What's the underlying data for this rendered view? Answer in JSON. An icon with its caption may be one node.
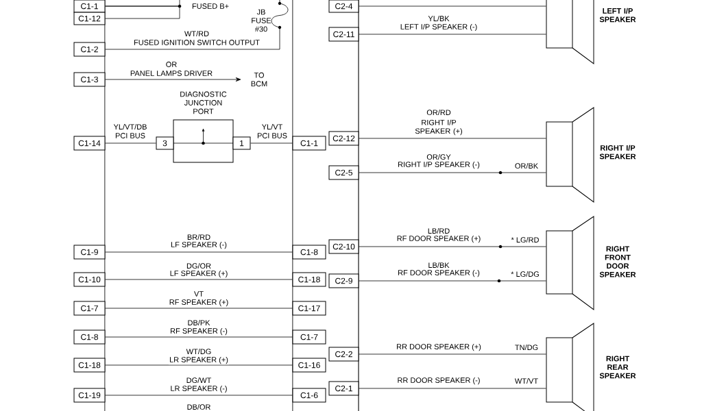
{
  "diagram": {
    "nodes": [
      {
        "text": [
          "C1-1"
        ]
      },
      {
        "text": [
          "C1-12"
        ]
      },
      {
        "text": [
          "C1-2"
        ]
      },
      {
        "text": [
          "C1-3"
        ]
      },
      {
        "text": [
          "C1-14"
        ]
      },
      {
        "text": [],
        "shape": "picture",
        "beside": [
          "JB FUSE #30"
        ]
      },
      {
        "text": [
          "DIAGNOSTIC JUNCTION PORT"
        ]
      },
      {
        "text": [
          "3"
        ]
      },
      {
        "text": [
          "1"
        ]
      },
      {
        "text": [
          "C1-1"
        ]
      },
      {
        "text": [
          "C1-9"
        ]
      },
      {
        "text": [
          "C1-8"
        ]
      },
      {
        "text": [
          "C1-10"
        ]
      },
      {
        "text": [
          "C1-18"
        ]
      },
      {
        "text": [
          "C1-7"
        ]
      },
      {
        "text": [
          "C1-17"
        ]
      },
      {
        "text": [
          "C1-8"
        ]
      },
      {
        "text": [
          "C1-7"
        ]
      },
      {
        "text": [
          "C1-18"
        ]
      },
      {
        "text": [
          "C1-16"
        ]
      },
      {
        "text": [
          "C1-19"
        ]
      },
      {
        "text": [
          "C1-6"
        ]
      },
      {
        "text": [
          "C2-4"
        ]
      },
      {
        "text": [
          "C2-11"
        ]
      },
      {
        "text": [
          "LEFT I/P SPEAKER"
        ]
      },
      {
        "text": [
          "C2-12"
        ]
      },
      {
        "text": [
          "C2-5"
        ]
      },
      {
        "text": [
          "RIGHT I/P SPEAKER"
        ]
      },
      {
        "text": [
          "C2-10"
        ]
      },
      {
        "text": [
          "C2-9"
        ]
      },
      {
        "text": [
          "RIGHT FRONT DOOR SPEAKER"
        ]
      },
      {
        "text": [
          "C2-2"
        ]
      },
      {
        "text": [
          "C2-1"
        ]
      },
      {
        "text": [
          "RIGHT REAR SPEAKER"
        ]
      }
    ],
    "edges": [
      {
        "from": 0,
        "to": null,
        "arrow": "none",
        "label": "FUSED B+"
      },
      {
        "from": 1,
        "to": 0,
        "arrow": "none"
      },
      {
        "from": null,
        "to": 5,
        "arrow": "none"
      },
      {
        "from": 5,
        "to": 2,
        "arrow": "none",
        "label": "FUSED IGNITION SWITCH OUTPUT"
      },
      {
        "from": 3,
        "to": null,
        "arrow": "to",
        "label": "PANEL LAMPS DRIVER"
      },
      {
        "from": 4,
        "to": 7,
        "arrow": "none",
        "label": "PCI BUS"
      },
      {
        "from": 8,
        "to": 9,
        "arrow": "none",
        "label": "PCI BUS"
      },
      {
        "from": 10,
        "to": 11,
        "arrow": "none",
        "label": "LF SPEAKER (-)"
      },
      {
        "from": 12,
        "to": 13,
        "arrow": "none",
        "label": "LF SPEAKER (+)"
      },
      {
        "from": 14,
        "to": 15,
        "arrow": "none",
        "label": "RF SPEAKER (+)"
      },
      {
        "from": 16,
        "to": 17,
        "arrow": "none",
        "label": "RF SPEAKER (-)"
      },
      {
        "from": 18,
        "to": 19,
        "arrow": "none",
        "label": "LR SPEAKER (+)"
      },
      {
        "from": 20,
        "to": 21,
        "arrow": "none",
        "label": "LR SPEAKER (-)"
      },
      {
        "from": 22,
        "to": 24,
        "arrow": "none"
      },
      {
        "from": 23,
        "to": 24,
        "arrow": "none",
        "label": "LEFT I/P SPEAKER (-)"
      },
      {
        "from": 25,
        "to": 27,
        "arrow": "none",
        "label": "RIGHT I/P SPEAKER (+)"
      },
      {
        "from": 26,
        "to": 27,
        "arrow": "none",
        "label": "RIGHT I/P SPEAKER (-)"
      },
      {
        "from": 28,
        "to": 30,
        "arrow": "none",
        "label": "RF DOOR SPEAKER (+)"
      },
      {
        "from": 29,
        "to": 30,
        "arrow": "none",
        "label": "RF DOOR SPEAKER (-)"
      },
      {
        "from": 31,
        "to": 33,
        "arrow": "none",
        "label": "RR DOOR SPEAKER (+)"
      },
      {
        "from": 32,
        "to": 33,
        "arrow": "none",
        "label": "RR DOOR SPEAKER (-)"
      }
    ],
    "labels": [
      "WT/RD",
      "OR",
      "TO BCM",
      "YL/VT/DB",
      "YL/VT",
      "BR/RD",
      "DG/OR",
      "VT",
      "DB/PK",
      "WT/DG",
      "DG/WT",
      "DB/OR",
      "YL/BK",
      "OR/RD",
      "OR/GY",
      "OR/BK",
      "LB/RD",
      "* LG/RD",
      "LB/BK",
      "* LG/DG",
      "TN/DG",
      "WT/VT"
    ]
  }
}
